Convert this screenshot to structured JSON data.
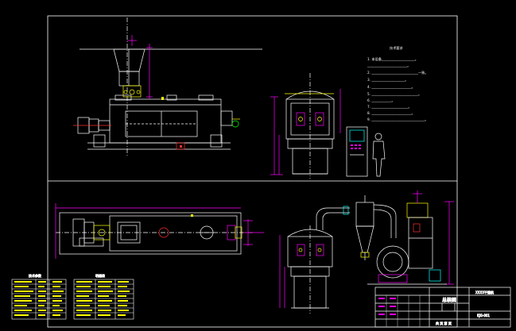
{
  "canvas": {
    "background": "#000000",
    "colors": {
      "outline": "#ffffff",
      "part": "#ffffff",
      "dimension": "#ff00ff",
      "accent_yellow": "#ffff00",
      "accent_cyan": "#00ffff",
      "accent_green": "#00ff00",
      "accent_red": "#ff3030"
    }
  },
  "notes": {
    "heading": "技术要求",
    "lines": [
      "1. 本设备____________________。",
      "   ________________________。",
      "2. ____________________________一致。",
      "3. ____________________。",
      "4. ________________________。",
      "5. ____________________________。",
      "6. ____________。",
      "7. ______________________。",
      "8. ________________________。",
      "9. ________________________________。"
    ]
  },
  "title_block": {
    "drawing_name": "总装图",
    "project_name": "XXXX干燥机",
    "drawing_number": "KJG-001",
    "sheet_label": "共  页  第  页"
  },
  "tables": {
    "left_header": "技术参数",
    "right_header": "明细表"
  }
}
